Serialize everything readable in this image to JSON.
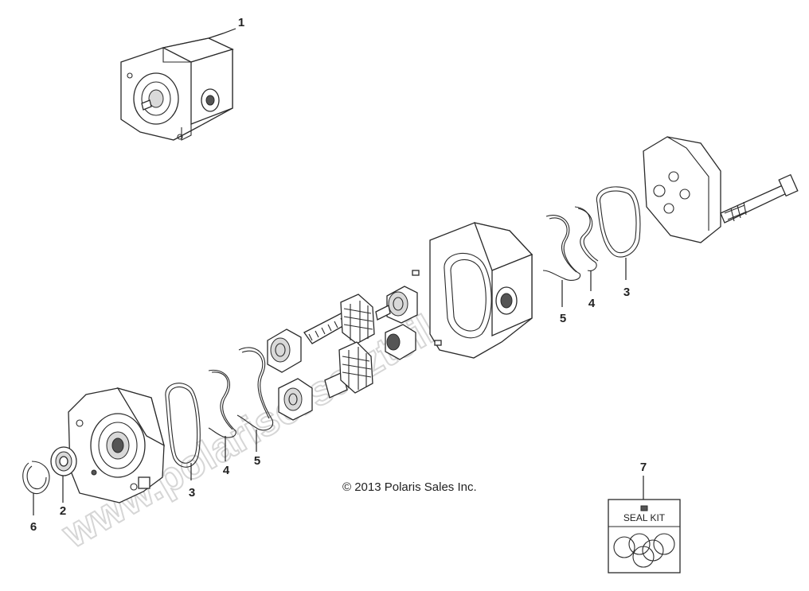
{
  "diagram": {
    "copyright": "© 2013 Polaris Sales Inc.",
    "watermark": "www.polarisersatzteile.de",
    "seal_kit_label": "SEAL KIT",
    "callouts": [
      {
        "id": "callout-1",
        "label": "1"
      },
      {
        "id": "callout-2",
        "label": "2"
      },
      {
        "id": "callout-3-left",
        "label": "3"
      },
      {
        "id": "callout-3-right",
        "label": "3"
      },
      {
        "id": "callout-4-left",
        "label": "4"
      },
      {
        "id": "callout-4-right",
        "label": "4"
      },
      {
        "id": "callout-5-left",
        "label": "5"
      },
      {
        "id": "callout-5-right",
        "label": "5"
      },
      {
        "id": "callout-6",
        "label": "6"
      },
      {
        "id": "callout-7",
        "label": "7"
      }
    ]
  }
}
